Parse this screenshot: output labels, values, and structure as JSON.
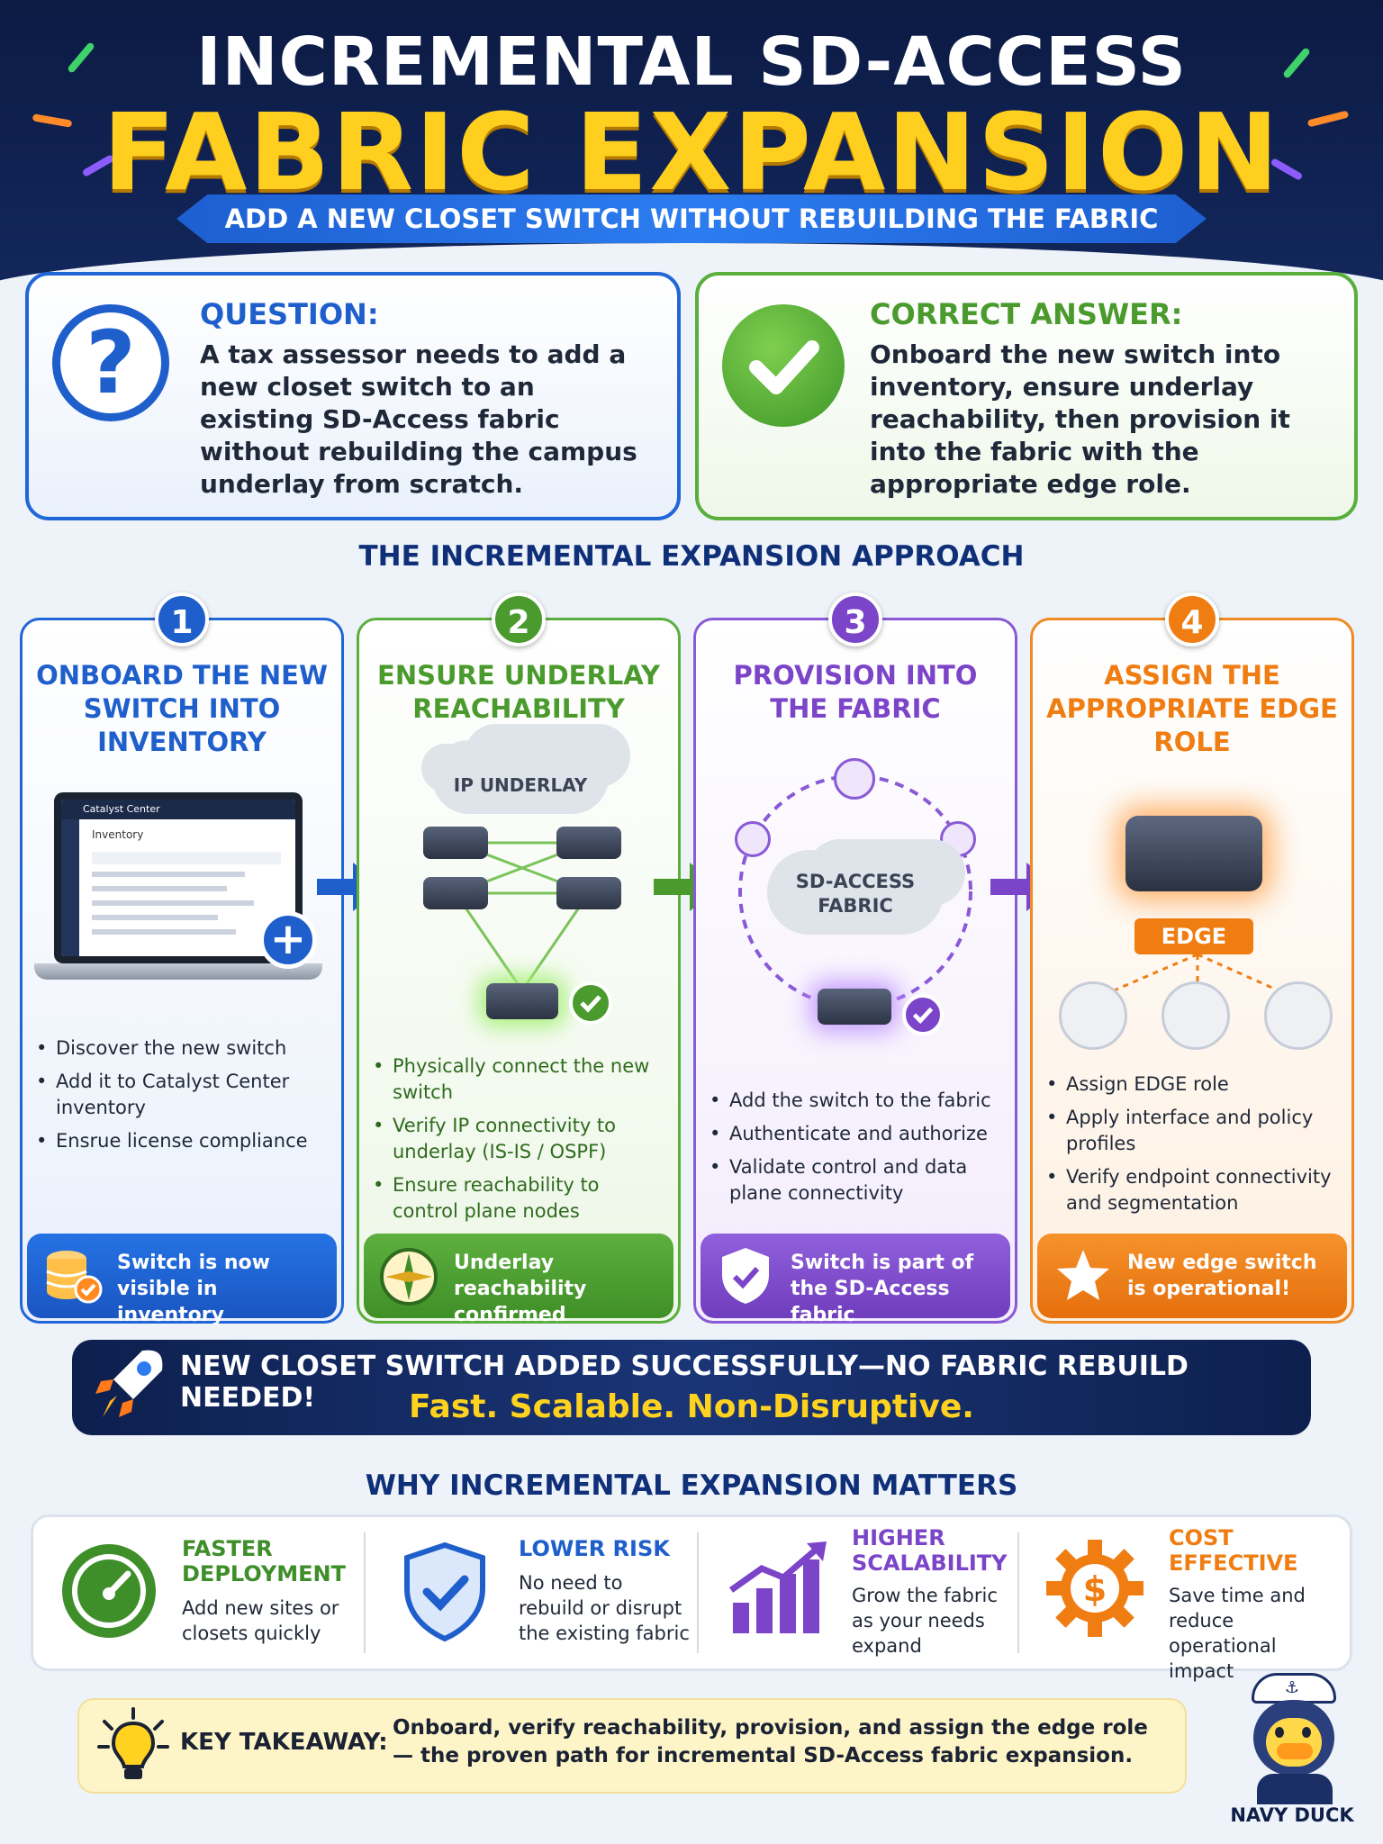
{
  "header": {
    "title_line1": "INCREMENTAL SD-ACCESS",
    "title_line2": "FABRIC EXPANSION",
    "subtitle": "ADD A NEW CLOSET SWITCH WITHOUT REBUILDING THE FABRIC"
  },
  "question": {
    "heading": "QUESTION:",
    "text": "A tax assessor needs to add a new closet switch to an existing SD-Access fabric without rebuilding the campus underlay from scratch."
  },
  "answer": {
    "heading": "CORRECT ANSWER:",
    "text": "Onboard the new switch into inventory, ensure underlay reachability, then provision it into the fabric with the appropriate edge role."
  },
  "approach_title": "THE INCREMENTAL EXPANSION APPROACH",
  "steps": [
    {
      "number": "1",
      "title": "ONBOARD THE NEW SWITCH INTO INVENTORY",
      "laptop_app": "Catalyst Center",
      "laptop_page": "Inventory",
      "bullets": [
        "Discover the new switch",
        "Add it to Catalyst Center inventory",
        "Ensrue license compliance"
      ],
      "footer": "Switch is now visible in inventory",
      "color": "#1f5fcc"
    },
    {
      "number": "2",
      "title": "ENSURE UNDERLAY REACHABILITY",
      "cloud_label": "IP UNDERLAY",
      "bullets": [
        "Physically connect the new switch",
        "Verify IP connectivity to underlay (IS-IS / OSPF)",
        "Ensure reachability to control plane nodes"
      ],
      "footer": "Underlay reachability confirmed",
      "color": "#4a9a2d"
    },
    {
      "number": "3",
      "title": "PROVISION INTO THE FABRIC",
      "cloud_label": "SD-ACCESS FABRIC",
      "bullets": [
        "Add the switch to the fabric",
        "Authenticate and authorize",
        "Validate control and data plane connectivity"
      ],
      "footer": "Switch is part of the SD-Access fabric",
      "color": "#7b44c9"
    },
    {
      "number": "4",
      "title": "ASSIGN THE APPROPRIATE EDGE ROLE",
      "role_label": "EDGE",
      "bullets": [
        "Assign EDGE role",
        "Apply interface and policy profiles",
        "Verify endpoint connectivity and segmentation"
      ],
      "footer": "New edge switch is operational!",
      "color": "#ef7d12"
    }
  ],
  "banner": {
    "line1": "NEW CLOSET SWITCH ADDED SUCCESSFULLY—NO FABRIC REBUILD NEEDED!",
    "line2": "Fast. Scalable. Non-Disruptive."
  },
  "why": {
    "title": "WHY INCREMENTAL EXPANSION MATTERS",
    "items": [
      {
        "heading": "FASTER DEPLOYMENT",
        "text": "Add new sites or closets quickly",
        "icon": "speedometer-icon",
        "color": "#3e8e2a"
      },
      {
        "heading": "LOWER RISK",
        "text": "No need to rebuild or disrupt the existing fabric",
        "icon": "shield-check-icon",
        "color": "#1f5fcc"
      },
      {
        "heading": "HIGHER SCALABILITY",
        "text": "Grow the fabric as your needs expand",
        "icon": "growth-chart-icon",
        "color": "#7b44c9"
      },
      {
        "heading": "COST EFFECTIVE",
        "text": "Save time and reduce operational impact",
        "icon": "dollar-gear-icon",
        "color": "#ef7d12"
      }
    ]
  },
  "takeaway": {
    "label": "KEY TAKEAWAY:",
    "text": "Onboard, verify reachability, provision, and assign the edge role— the proven path for incremental SD-Access fabric expansion."
  },
  "mascot": {
    "name": "NAVY DUCK"
  }
}
